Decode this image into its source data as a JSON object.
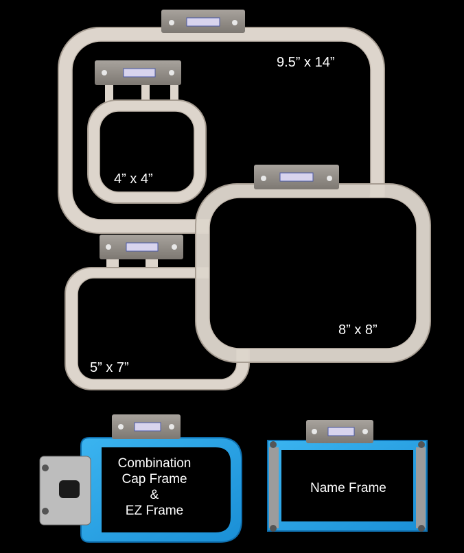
{
  "hoops": {
    "large": {
      "label": "9.5” x 14”"
    },
    "small": {
      "label": "4” x 4”"
    },
    "square": {
      "label": "8” x 8”"
    },
    "medium": {
      "label": "5” x 7”"
    }
  },
  "combination": {
    "lines": [
      "Combination",
      "Cap Frame",
      "&",
      "EZ Frame"
    ]
  },
  "name_frame": {
    "label": "Name Frame"
  },
  "colors": {
    "background": "#000000",
    "hoop": "#ddd5cc",
    "hoop_edge": "#b8aea3",
    "bracket": "#8f8a84",
    "blue_frame": "#2aa4e6"
  },
  "icons": [
    "hoop-bracket-icon",
    "screw-icon",
    "latch-plate-icon"
  ]
}
